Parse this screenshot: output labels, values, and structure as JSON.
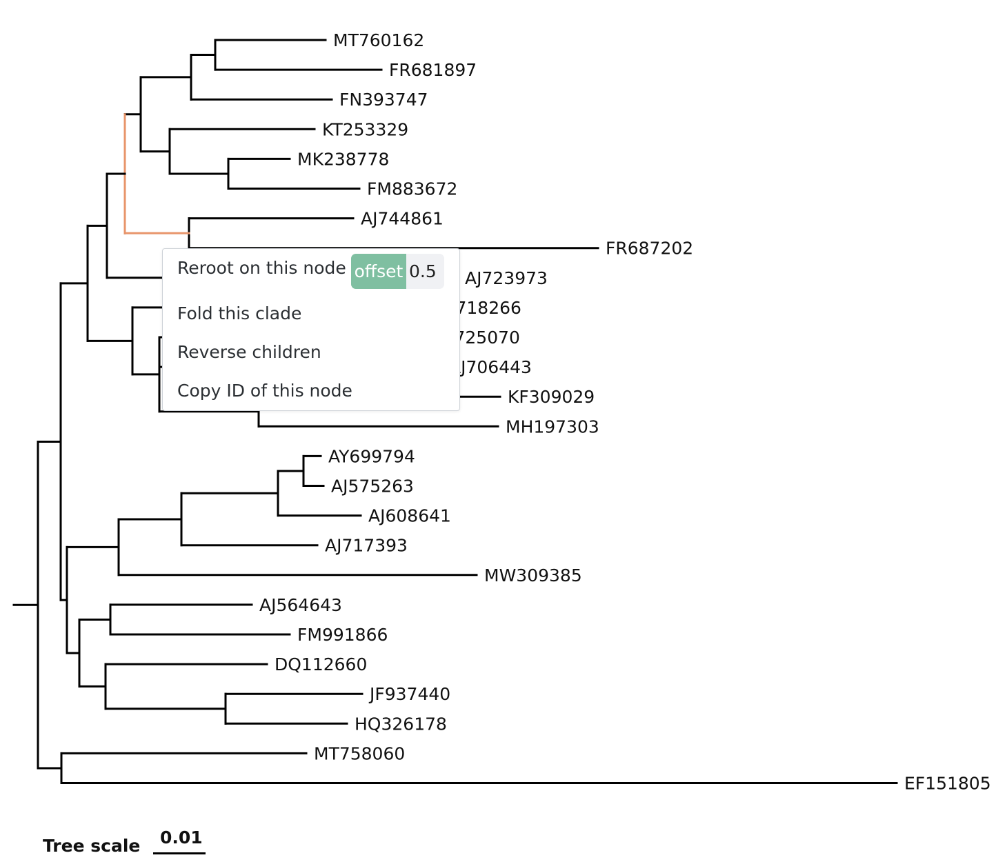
{
  "tree": {
    "leaves": [
      "MT760162",
      "FR681897",
      "FN393747",
      "KT253329",
      "MK238778",
      "FM883672",
      "AJ744861",
      "FR687202",
      "AJ723973",
      "AJ718266",
      "AJ725070",
      "AJ706443",
      "KF309029",
      "MH197303",
      "AY699794",
      "AJ575263",
      "AJ608641",
      "AJ717393",
      "MW309385",
      "AJ564643",
      "FM991866",
      "DQ112660",
      "JF937440",
      "HQ326178",
      "MT758060",
      "EF151805"
    ],
    "highlight_color": "#e8956b"
  },
  "scale": {
    "label": "Tree scale",
    "value": "0.01"
  },
  "context_menu": {
    "reroot_label": "Reroot on this node",
    "offset_label": "offset",
    "offset_value": "0.5",
    "fold_label": "Fold this clade",
    "reverse_label": "Reverse children",
    "copy_label": "Copy ID of this node"
  }
}
